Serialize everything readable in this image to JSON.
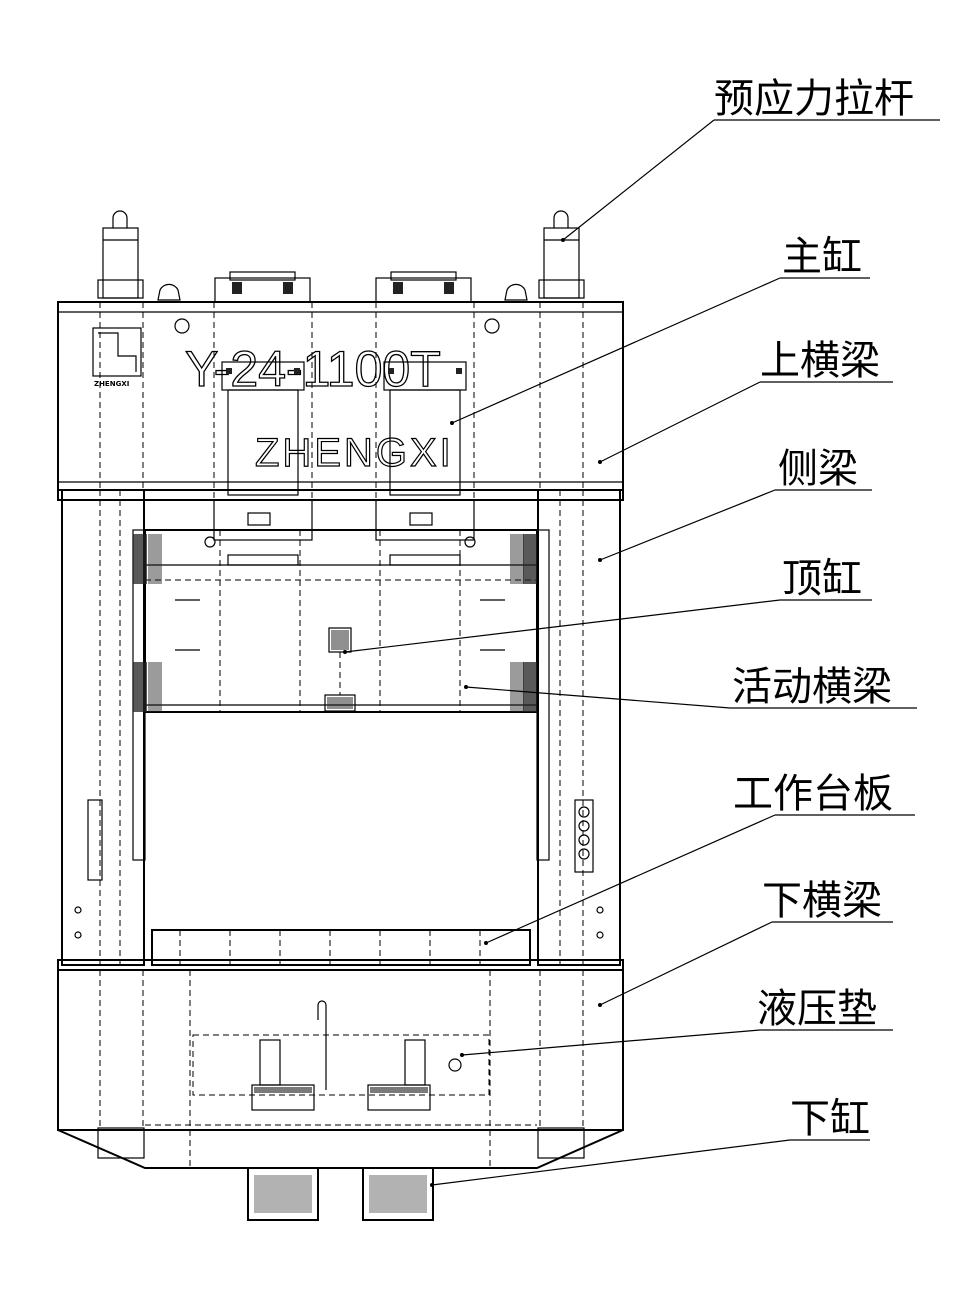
{
  "drawing": {
    "model": "Y-24-1100T",
    "brand": "ZHENGXI",
    "logo_text": "ZHENGXI"
  },
  "labels": [
    {
      "id": "prestressed-tie-rod",
      "text": "预应力拉杆"
    },
    {
      "id": "main-cylinder",
      "text": "主缸"
    },
    {
      "id": "upper-crossbeam",
      "text": "上横梁"
    },
    {
      "id": "side-beam",
      "text": "侧梁"
    },
    {
      "id": "top-cylinder",
      "text": "顶缸"
    },
    {
      "id": "moving-crossbeam",
      "text": "活动横梁"
    },
    {
      "id": "worktable-plate",
      "text": "工作台板"
    },
    {
      "id": "lower-crossbeam",
      "text": "下横梁"
    },
    {
      "id": "hydraulic-cushion",
      "text": "液压垫"
    },
    {
      "id": "lower-cylinder",
      "text": "下缸"
    }
  ]
}
